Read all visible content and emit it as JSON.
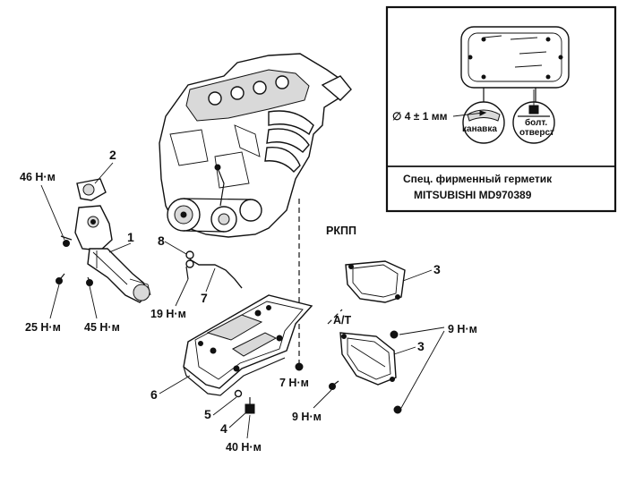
{
  "inset": {
    "diameter_label": "∅ 4 ± 1 мм",
    "groove_label": "канавка",
    "bolt_hole_line1": "болт.",
    "bolt_hole_line2": "отверст",
    "sealant_line1": "Спец. фирменный герметик",
    "sealant_line2": "MITSUBISHI MD970389"
  },
  "labels": {
    "transmission_mt": "РКПП",
    "transmission_at": "A/T",
    "part_1": "1",
    "part_2": "2",
    "part_3_upper": "3",
    "part_3_lower": "3",
    "part_4": "4",
    "part_5": "5",
    "part_6": "6",
    "part_7": "7",
    "part_8": "8"
  },
  "torques": {
    "t_46": "46 Н·м",
    "t_25": "25 Н·м",
    "t_45": "45 Н·м",
    "t_19": "19 Н·м",
    "t_7": "7 Н·м",
    "t_9_right": "9 Н·м",
    "t_9_lower": "9 Н·м",
    "t_40": "40 Н·м"
  }
}
